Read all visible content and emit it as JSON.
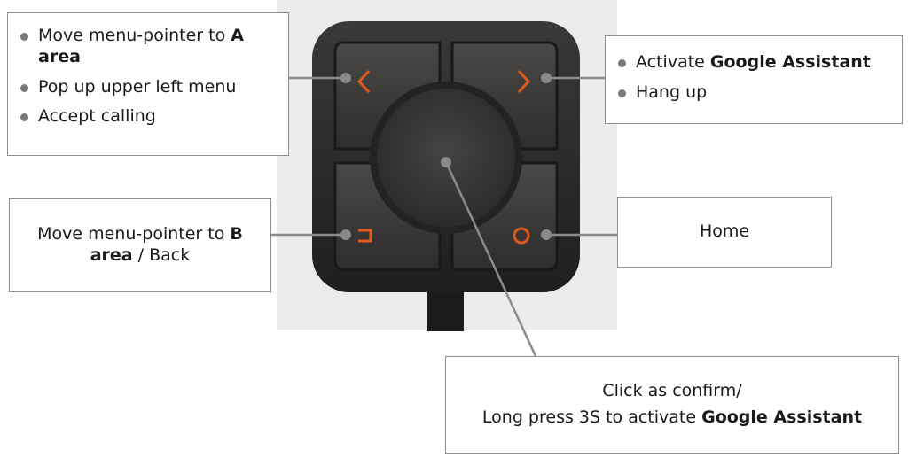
{
  "callouts": {
    "left_top": {
      "items": [
        {
          "pre": "Move menu-pointer to ",
          "bold": "A area",
          "post": ""
        },
        {
          "pre": "Pop up upper left menu",
          "bold": "",
          "post": ""
        },
        {
          "pre": "Accept calling",
          "bold": "",
          "post": ""
        }
      ]
    },
    "right_top": {
      "items": [
        {
          "pre": "Activate ",
          "bold": "Google Assistant",
          "post": ""
        },
        {
          "pre": "Hang up",
          "bold": "",
          "post": ""
        }
      ]
    },
    "left_bottom": {
      "pre": "Move menu-pointer to ",
      "bold": "B area",
      "post": " / Back"
    },
    "right_bottom": {
      "text": "Home"
    },
    "center": {
      "line1": "Click as confirm/",
      "line2_pre": "Long press 3S to activate ",
      "line2_bold": "Google Assistant"
    }
  },
  "device": {
    "buttons": [
      {
        "name": "left-arrow-button",
        "icon": "chevron-left-icon"
      },
      {
        "name": "right-arrow-button",
        "icon": "chevron-right-icon"
      },
      {
        "name": "back-button",
        "icon": "back-icon"
      },
      {
        "name": "home-button",
        "icon": "circle-icon"
      },
      {
        "name": "center-confirm-button",
        "icon": "dot"
      }
    ]
  },
  "colors": {
    "accent": "#e05a1c",
    "device_body": "#2b2a29",
    "connector": "#8c8c8c",
    "dot": "#8a8a8a",
    "box_border": "#8e8e8e"
  }
}
